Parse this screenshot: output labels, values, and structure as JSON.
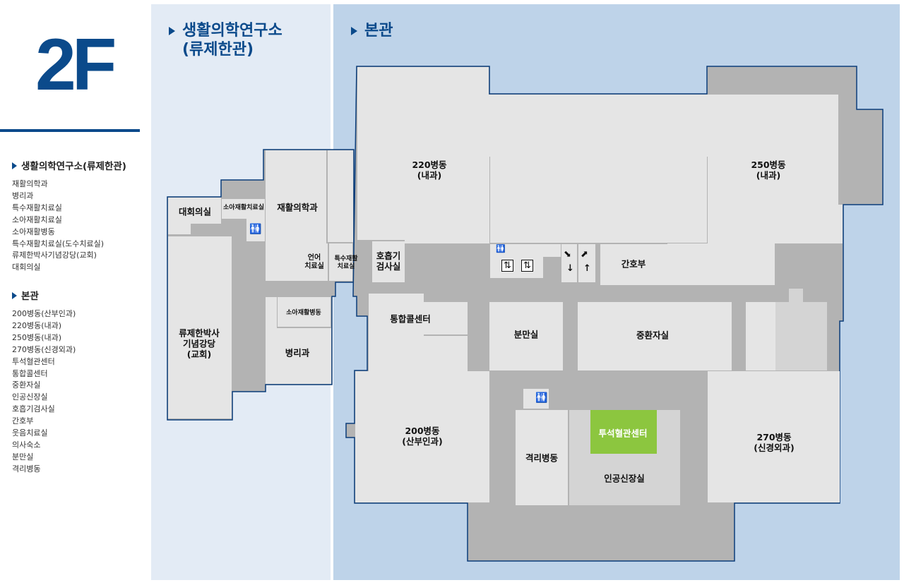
{
  "floor_label": "2F",
  "sidebar": {
    "sections": [
      {
        "heading": "생활의학연구소(류제한관)",
        "items": [
          "재활의학과",
          "병리과",
          "특수재활치료실",
          "소아재활치료실",
          "소아재활병동",
          "특수재활치료실(도수치료실)",
          "류제한박사기념강당(교회)",
          "대회의실"
        ]
      },
      {
        "heading": "본관",
        "items": [
          "200병동(산부인과)",
          "220병동(내과)",
          "250병동(내과)",
          "270병동(신경외과)",
          "투석혈관센터",
          "통합콜센터",
          "중환자실",
          "인공신장실",
          "호흡기검사실",
          "간호부",
          "웃음치료실",
          "의사숙소",
          "분만실",
          "격리병동"
        ]
      }
    ]
  },
  "zones": {
    "annex_title_1": "생활의학연구소",
    "annex_title_2": "(류제한관)",
    "main_title": "본관"
  },
  "rooms": {
    "ward220_1": "220병동",
    "ward220_2": "(내과)",
    "ward250_1": "250병동",
    "ward250_2": "(내과)",
    "conference": "대회의실",
    "peds_rehab_therapy": "소아재활치료실",
    "rehab_medicine": "재활의학과",
    "speech_1": "언어",
    "speech_2": "치료실",
    "special_rehab_1": "특수재활",
    "special_rehab_2": "치료실",
    "respiratory_1": "호흡기",
    "respiratory_2": "검사실",
    "nursing": "간호부",
    "auditorium_1": "류제한박사",
    "auditorium_2": "기념강당",
    "auditorium_3": "(교회)",
    "peds_rehab_ward": "소아재활병동",
    "pathology": "병리과",
    "call_center": "통합콜센터",
    "delivery": "분만실",
    "icu": "중환자실",
    "ward200_1": "200병동",
    "ward200_2": "(산부인과)",
    "dialysis_center": "투석혈관센터",
    "isolation": "격리병동",
    "artificial_kidney": "인공신장실",
    "ward270_1": "270병동",
    "ward270_2": "(신경외과)"
  },
  "colors": {
    "brand_blue": "#0b4a8b",
    "annex_bg": "#e3ebf5",
    "main_bg": "#bed3e9",
    "corridor": "#b3b3b3",
    "room": "#e5e5e5",
    "highlight": "#8cc63f"
  },
  "icons": {
    "restroom": "restroom-icon",
    "elevator": "elevator-icon",
    "stairs_down": "stairs-down-icon",
    "stairs_up": "stairs-up-icon"
  }
}
